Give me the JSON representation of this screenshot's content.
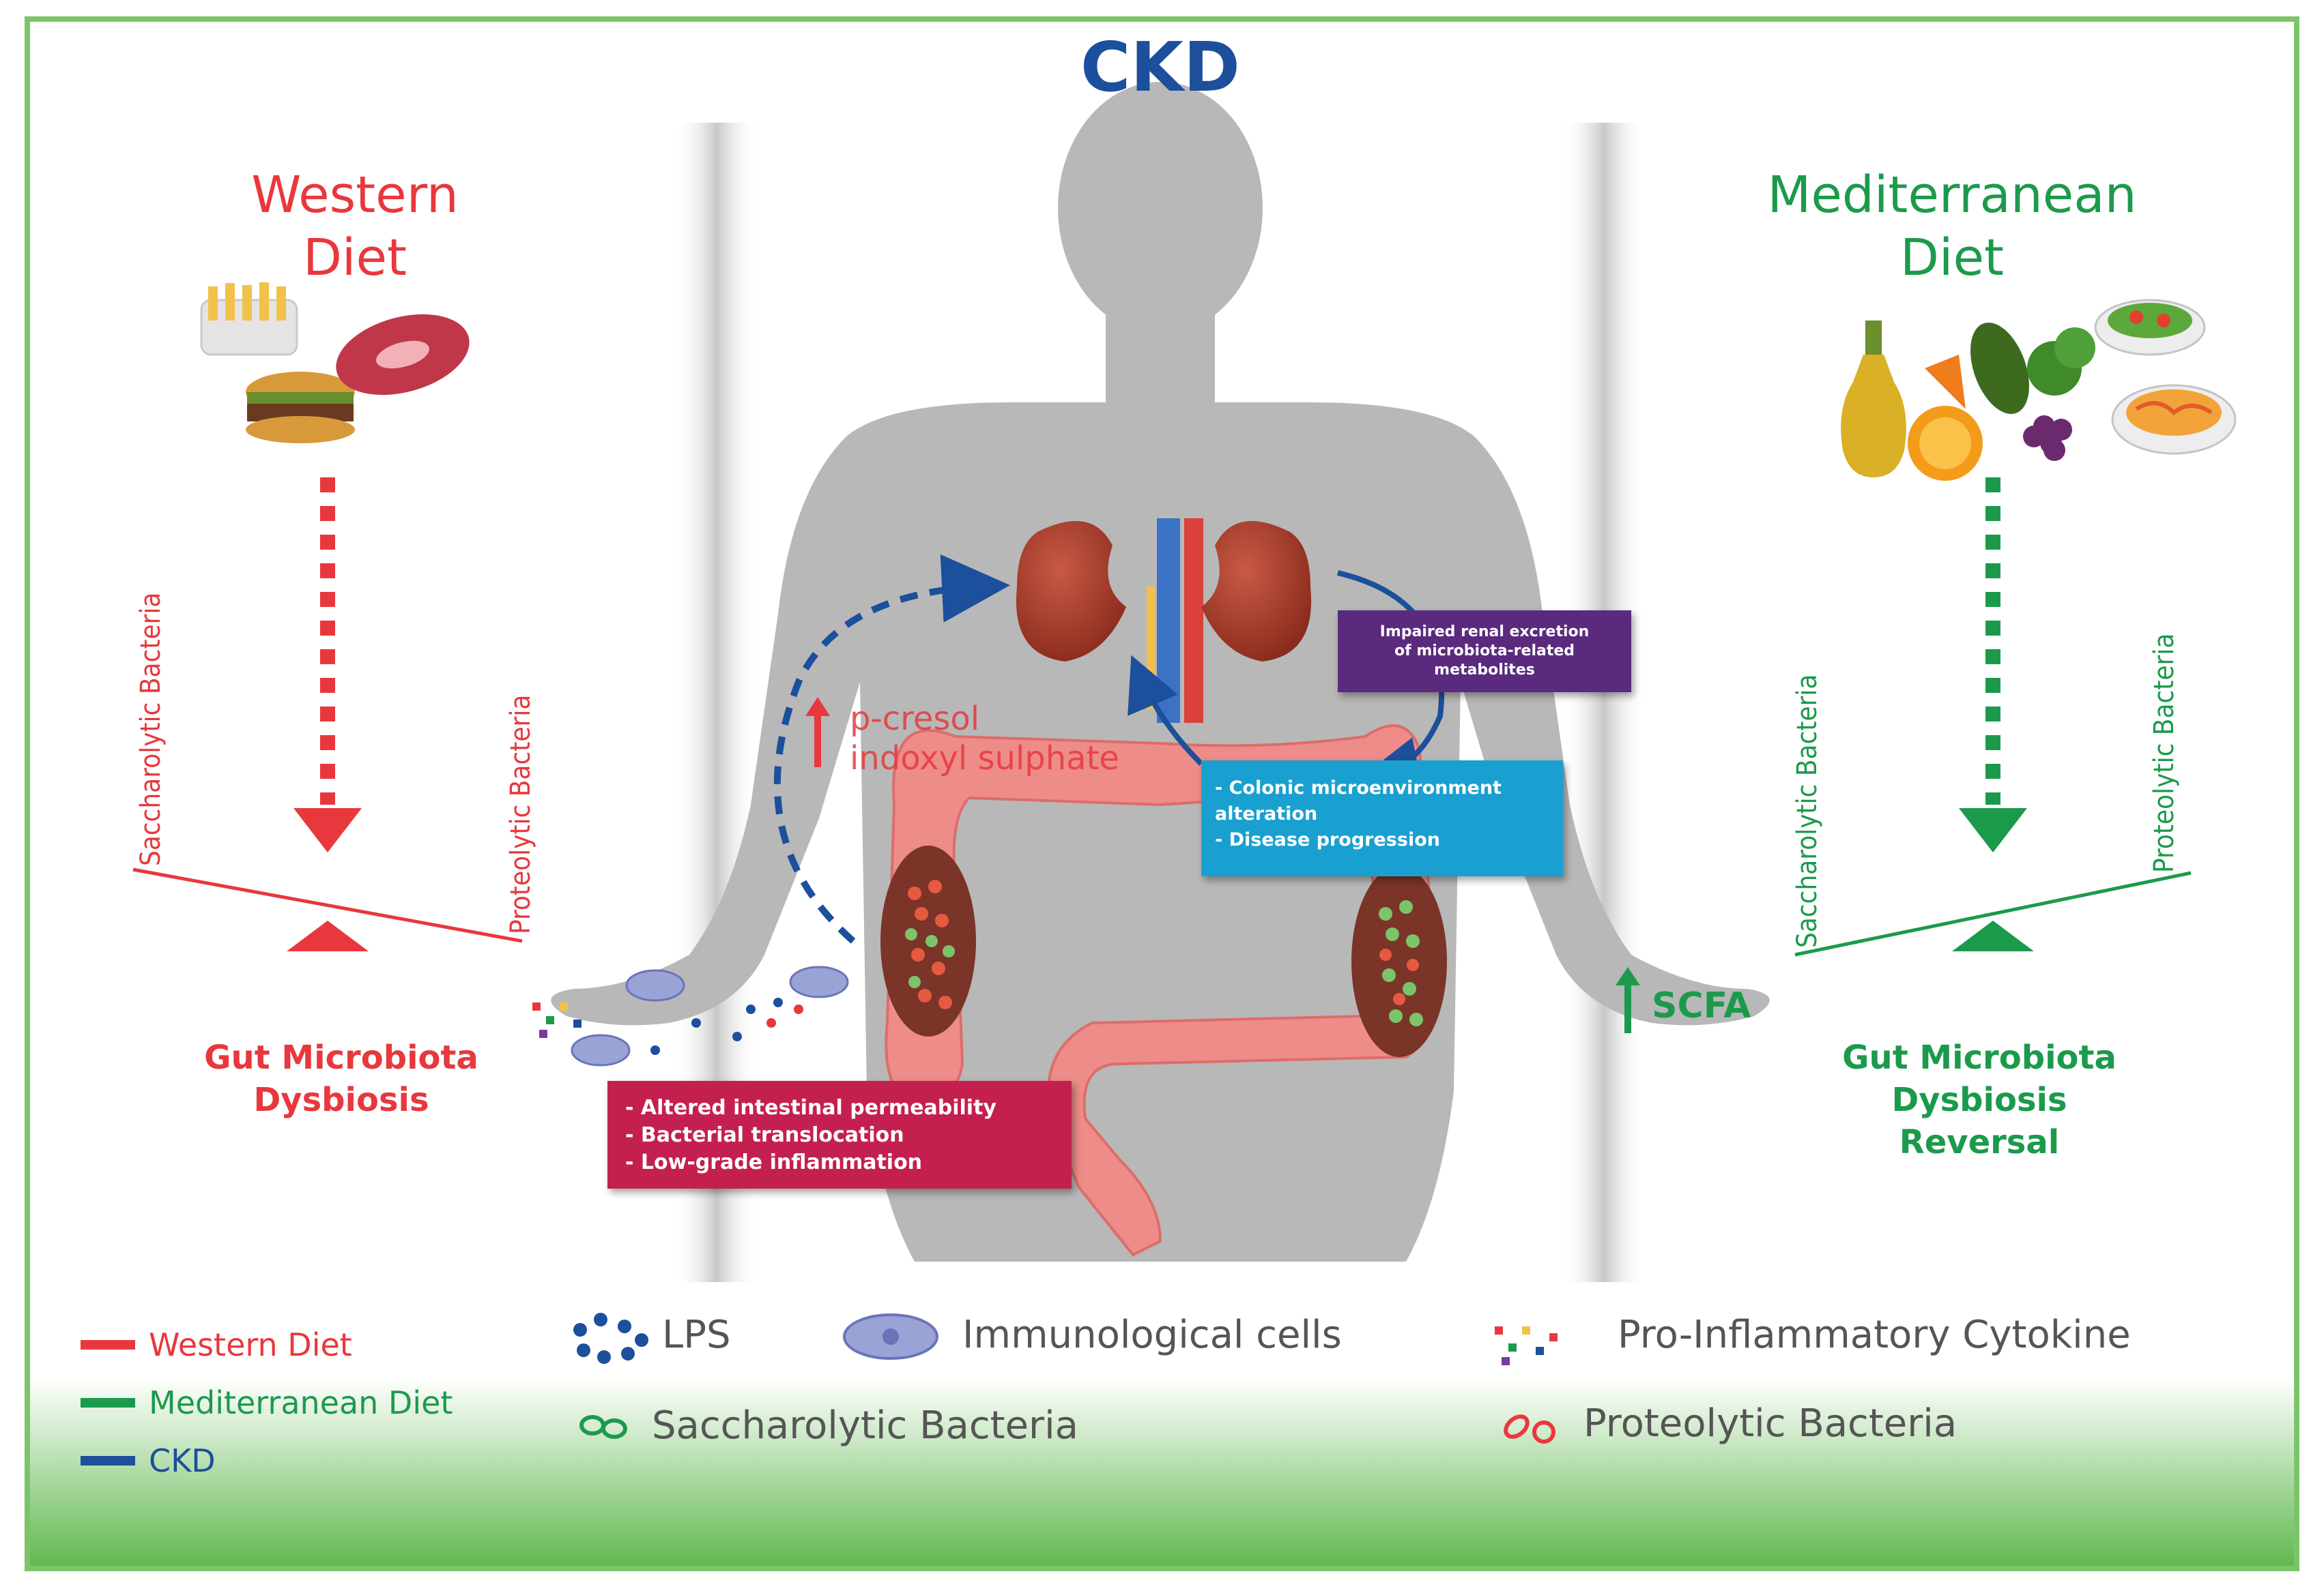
{
  "title": "CKD",
  "western": {
    "title_line1": "Western",
    "title_line2": "Diet",
    "left_axis_label": "Saccharolytic Bacteria",
    "right_axis_label": "Proteolytic Bacteria",
    "outcome_line1": "Gut Microbiota",
    "outcome_line2": "Dysbiosis"
  },
  "mediterranean": {
    "title_line1": "Mediterranean",
    "title_line2": "Diet",
    "left_axis_label": "Saccharolytic Bacteria",
    "right_axis_label": "Proteolytic Bacteria",
    "outcome_line1": "Gut Microbiota",
    "outcome_line2": "Dysbiosis",
    "outcome_line3": "Reversal"
  },
  "metabolites": {
    "line1": "p-cresol",
    "line2": "indoxyl sulphate"
  },
  "scfa": "SCFA",
  "boxes": {
    "purple": {
      "line1": "Impaired renal excretion",
      "line2": "of microbiota-related",
      "line3": "metabolites"
    },
    "blue": {
      "line1": "- Colonic microenvironment",
      "line2": "alteration",
      "line3": "- Disease progression"
    },
    "red": {
      "line1": "- Altered intestinal permeability",
      "line2": "- Bacterial translocation",
      "line3": "- Low-grade inflammation"
    }
  },
  "legend": {
    "western": "Western Diet",
    "mediterranean": "Mediterranean Diet",
    "ckd": "CKD",
    "lps": "LPS",
    "immune": "Immunological cells",
    "cytokine": "Pro-Inflammatory Cytokine",
    "saccharolytic": "Saccharolytic Bacteria",
    "proteolytic": "Proteolytic Bacteria"
  },
  "colors": {
    "western": "#e8383d",
    "mediterranean": "#1c9a4c",
    "ckd": "#1c4f9c",
    "frame": "#7cc46a",
    "purple_box": "#5a2a7e",
    "blue_box": "#1aa0d0",
    "red_box": "#c4204f"
  }
}
